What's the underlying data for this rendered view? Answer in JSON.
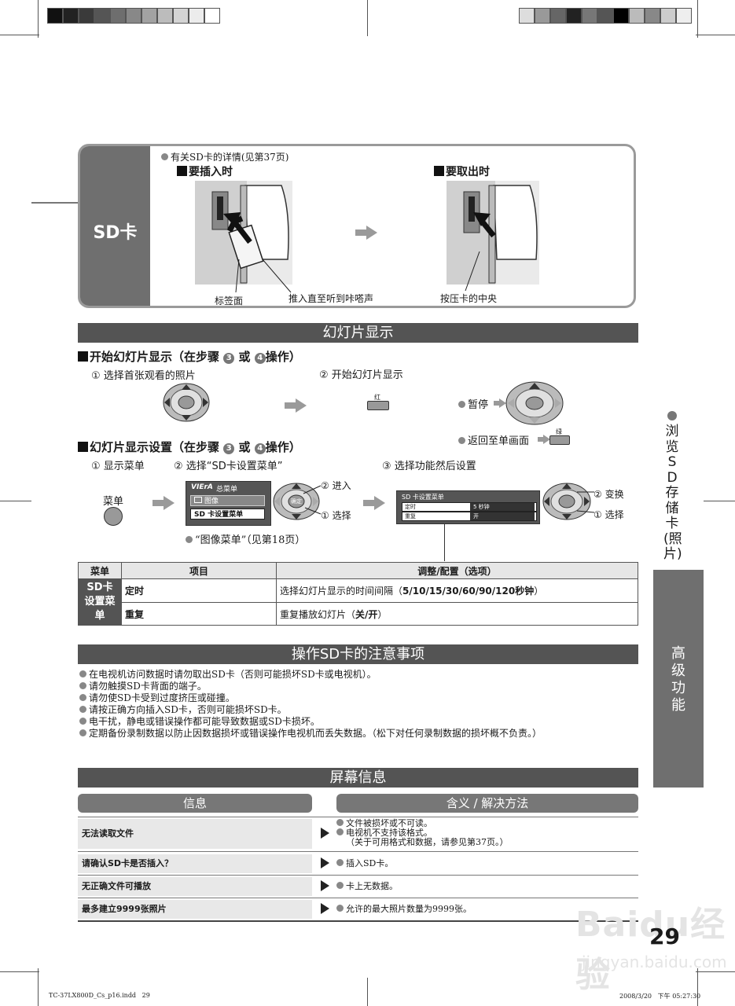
{
  "sd_card": {
    "tab_label": "SD卡",
    "note": "有关SD卡的详情(见第37页)",
    "insert_title": "要插入时",
    "remove_title": "要取出时",
    "label_tag": "标签面",
    "label_push_insert": "推入直至听到咔嗒声",
    "label_press_center": "按压卡的中央"
  },
  "slideshow": {
    "banner": "幻灯片显示",
    "start_heading_pre": "开始幻灯片显示（在步骤",
    "or": "或",
    "start_heading_post": "操作）",
    "step3": "3",
    "step4": "4",
    "step1": "① 选择首张观看的照片",
    "step2": "② 开始幻灯片显示",
    "red_label": "红",
    "pause": "暂停",
    "return_label": "返回至单画面",
    "green_label": "绿",
    "settings_heading_pre": "幻灯片显示设置（在步骤",
    "settings_heading_post": "操作）",
    "set1": "① 显示菜单",
    "set2": "② 选择“SD卡设置菜单”",
    "set3": "③ 选择功能然后设置",
    "menu_button": "菜单",
    "viera_logo": "VIErA",
    "main_menu_title": "总菜单",
    "menu_item_picture": "图像",
    "menu_item_sd": "SD 卡设置菜单",
    "enter_label": "② 进入",
    "select_label": "① 选择",
    "image_menu_note": "“图像菜单”（见第18页）",
    "sd_menu_title": "SD 卡设置菜单",
    "sd_row1_label": "定时",
    "sd_row1_value": "5 秒钟",
    "sd_row2_label": "重复",
    "sd_row2_value": "开",
    "change_label": "② 变换",
    "select2_label": "① 选择",
    "ok_label": "确定"
  },
  "options_table": {
    "headers": [
      "菜单",
      "项目",
      "调整/配置（选项）"
    ],
    "menu_cell": "SD卡设置菜单",
    "rows": [
      {
        "item": "定时",
        "option_pre": "选择幻灯片显示的时间间隔（",
        "option_bold": "5/10/15/30/60/90/120秒钟",
        "option_post": "）"
      },
      {
        "item": "重复",
        "option_pre": "重复播放幻灯片（",
        "option_bold": "关/开",
        "option_post": "）"
      }
    ]
  },
  "precautions": {
    "banner": "操作SD卡的注意事项",
    "items": [
      "在电视机访问数据时请勿取出SD卡（否则可能损坏SD卡或电视机）。",
      "请勿触摸SD卡背面的端子。",
      "请勿使SD卡受到过度挤压或碰撞。",
      "请按正确方向插入SD卡，否则可能损坏SD卡。",
      "电干扰，静电或错误操作都可能导致数据或SD卡损坏。",
      "定期备份录制数据以防止因数据损坏或错误操作电视机而丢失数据。（松下对任何录制数据的损坏概不负责。）"
    ]
  },
  "screen_info": {
    "banner": "屏幕信息",
    "col_info": "信息",
    "col_meaning": "含义 / 解决方法",
    "rows": [
      {
        "info": "无法读取文件",
        "meaning": [
          "文件被损坏或不可读。",
          "电视机不支持该格式。",
          "（关于可用格式和数据，请参见第37页。）"
        ]
      },
      {
        "info": "请确认SD卡是否插入？",
        "meaning": [
          "插入SD卡。"
        ]
      },
      {
        "info": "无正确文件可播放",
        "meaning": [
          "卡上无数据。"
        ]
      },
      {
        "info": "最多建立9999张照片",
        "meaning": [
          "允许的最大照片数量为9999张。"
        ]
      }
    ]
  },
  "side_tab": {
    "vertical_text": "浏览SD存储卡(照片)",
    "section_text": "高级功能"
  },
  "footer": {
    "page_number": "29",
    "file_info": "TC-37LX800D_Cs_p16.indd   29",
    "timestamp": "2008/3/20   下午 05:27:30",
    "watermark_top": "Baidu经验",
    "watermark_bottom": "jingyan.baidu.com"
  },
  "colors": {
    "banner": "#545454",
    "tab": "#6f6f6f",
    "dark": "#1a1a1a"
  }
}
